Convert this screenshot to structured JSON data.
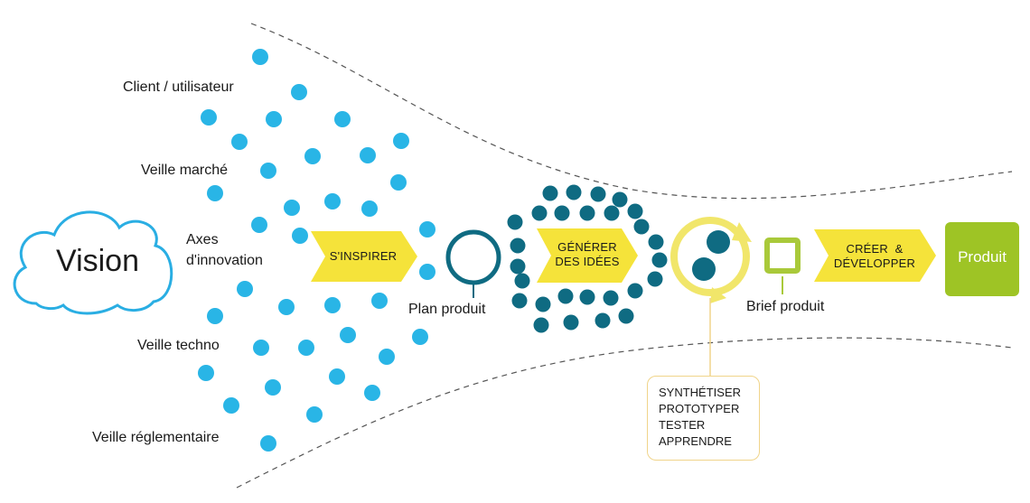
{
  "colors": {
    "light_dot": "#29b5e6",
    "dark_dot": "#0f6b82",
    "yellow": "#f5e33a",
    "yellow_ring": "#f1e66a",
    "green": "#9ec425",
    "green_light": "#a9c93a",
    "cloud_stroke": "#2aaee3",
    "dashed": "#555555"
  },
  "vision": {
    "label": "Vision",
    "icon": "cloud-icon"
  },
  "sources": [
    "Client / utilisateur",
    "Veille marché",
    "Axes d'innovation",
    "Veille techno",
    "Veille réglementaire"
  ],
  "stages": {
    "inspirer": "S'INSPIRER",
    "generer_1": "GÉNÉRER",
    "generer_2": "DES IDÉES",
    "creer_1": "CRÉER  &",
    "creer_2": "DÉVELOPPER"
  },
  "milestones": {
    "plan": "Plan produit",
    "brief": "Brief produit",
    "produit": "Produit"
  },
  "cycle_note": [
    "SYNTHÉTISER",
    "PROTOTYPER",
    "TESTER",
    "APPRENDRE"
  ]
}
